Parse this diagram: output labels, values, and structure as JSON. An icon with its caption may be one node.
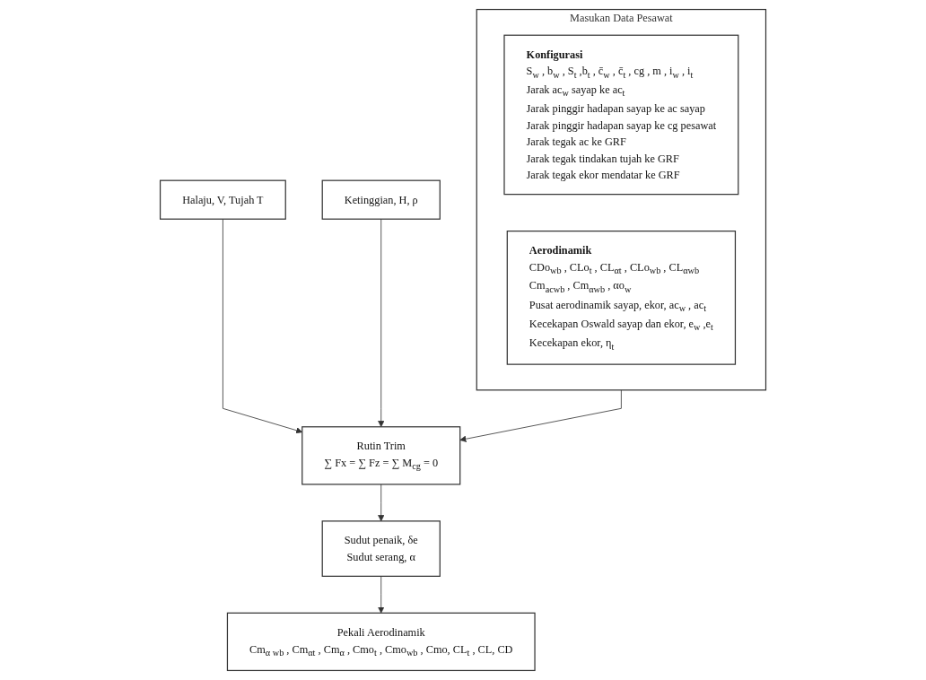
{
  "diagram": {
    "nodes": [
      {
        "text": [
          "Masukan Data Pesawat"
        ]
      },
      {
        "text": [
          "Konfigurasi",
          "S$_{w}$ , b$_{w}$ , S$_{t}$ ,b$_{t}$ , c̄$_{w}$ , c̄$_{t}$ , cg , m , i$_{w}$ , i$_{t}$",
          "Jarak ac$_{w}$ sayap ke ac$_{t}$",
          "Jarak pinggir hadapan sayap ke ac sayap",
          "Jarak pinggir hadapan sayap ke cg pesawat",
          "Jarak tegak ac ke GRF",
          "Jarak tegak tindakan tujah ke GRF",
          "Jarak tegak ekor mendatar ke GRF"
        ],
        "in": 0
      },
      {
        "text": [
          "Aerodinamik",
          "CDo$_{wb}$ , CLo$_{t}$ , CL$_{αt}$ , CLo$_{wb}$ , CL$_{αwb}$",
          "Cm$_{acwb}$ , Cm$_{αwb}$ , αo$_{w}$",
          "Pusat aerodinamik sayap, ekor, ac$_{w}$ , ac$_{t}$",
          "Kecekapan Oswald sayap dan ekor, e$_{w}$ ,e$_{t}$",
          "Kecekapan ekor, η$_{t}$"
        ],
        "in": 0
      },
      {
        "text": [
          "Halaju, V, Tujah T"
        ]
      },
      {
        "text": [
          "Ketinggian, H, ρ"
        ]
      },
      {
        "text": [
          "Rutin Trim",
          "∑ Fx = ∑ Fz = ∑ M$_{cg}$ = 0"
        ]
      },
      {
        "text": [
          "Sudut penaik, δe",
          "Sudut serang, α"
        ]
      },
      {
        "text": [
          "Pekali Aerodinamik",
          "Cm$_{α wb}$ , Cm$_{αt}$ , Cm$_{α}$ , Cmo$_{t}$ , Cmo$_{wb}$ , Cmo, CL$_{t}$ , CL, CD"
        ]
      }
    ],
    "edges": [
      {
        "from": 0,
        "to": 5,
        "arrow": "to"
      },
      {
        "from": 3,
        "to": 5,
        "arrow": "to"
      },
      {
        "from": 4,
        "to": 5,
        "arrow": "to"
      },
      {
        "from": 5,
        "to": 6,
        "arrow": "to"
      },
      {
        "from": 6,
        "to": 7,
        "arrow": "to"
      }
    ]
  }
}
